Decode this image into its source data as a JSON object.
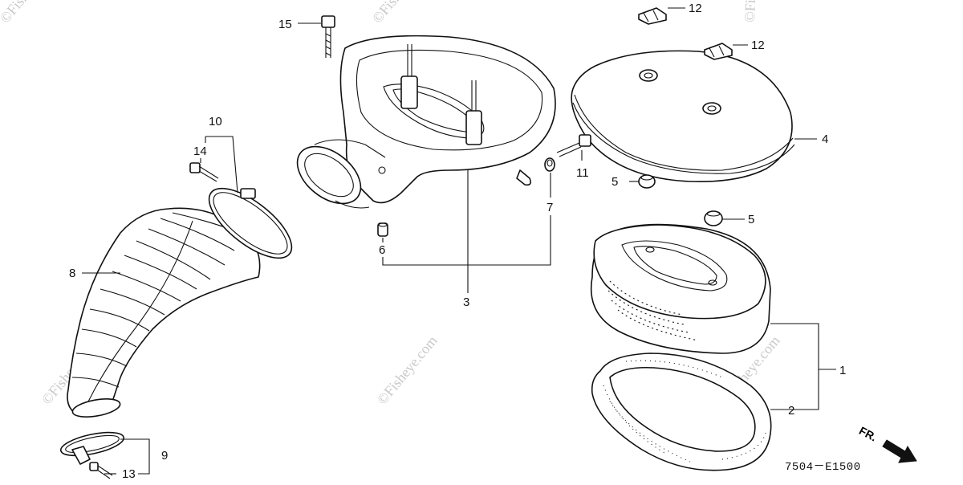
{
  "watermark": "©Fisheye.com",
  "diagram_code": "7504－E1500",
  "direction_label": "FR.",
  "callouts": {
    "c1": "1",
    "c2": "2",
    "c3": "3",
    "c4": "4",
    "c5a": "5",
    "c5b": "5",
    "c6": "6",
    "c7": "7",
    "c8": "8",
    "c9": "9",
    "c10": "10",
    "c11": "11",
    "c12a": "12",
    "c12b": "12",
    "c13": "13",
    "c14": "14",
    "c15": "15"
  }
}
